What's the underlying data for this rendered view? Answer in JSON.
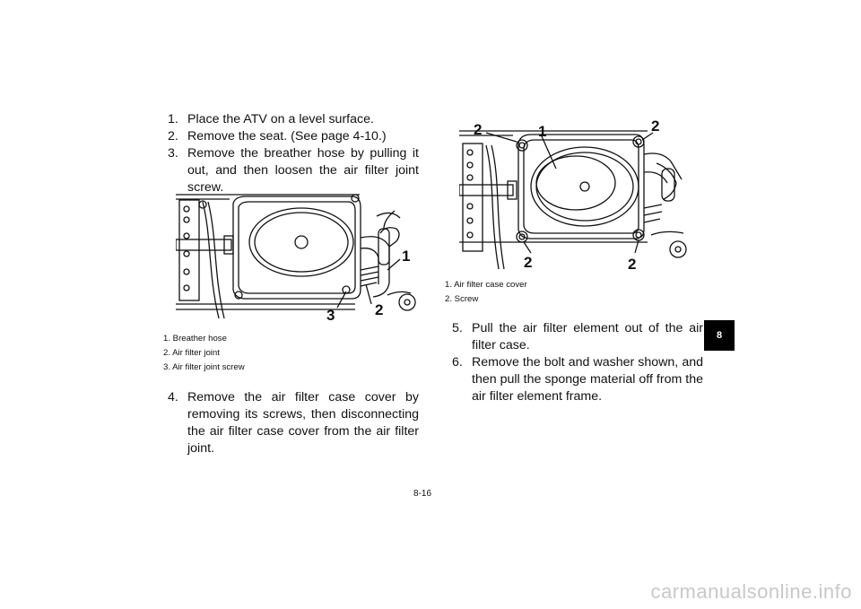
{
  "steps_left": [
    {
      "num": "1.",
      "text": "Place the ATV on a level surface."
    },
    {
      "num": "2.",
      "text": "Remove the seat. (See page 4-10.)"
    },
    {
      "num": "3.",
      "text": "Remove the breather hose by pulling it out, and then loosen the air filter joint screw."
    }
  ],
  "figure1": {
    "callouts": [
      "1",
      "2",
      "3"
    ],
    "caption": [
      "1.  Breather hose",
      "2.  Air filter joint",
      "3.  Air filter joint screw"
    ]
  },
  "step4": {
    "num": "4.",
    "text": "Remove the air filter case cover by removing its screws, then disconnecting the air filter case cover from the air filter joint."
  },
  "figure2": {
    "callouts": [
      "1",
      "2"
    ],
    "caption": [
      "1.  Air filter case cover",
      "2.  Screw"
    ]
  },
  "steps_right": [
    {
      "num": "5.",
      "text": "Pull the air filter element out of the air filter case."
    },
    {
      "num": "6.",
      "text": "Remove the bolt and washer shown, and then pull the sponge material off from the air filter element frame."
    }
  ],
  "chapter_tab": "8",
  "page_number": "8-16",
  "watermark": "carmanualsonline.info"
}
